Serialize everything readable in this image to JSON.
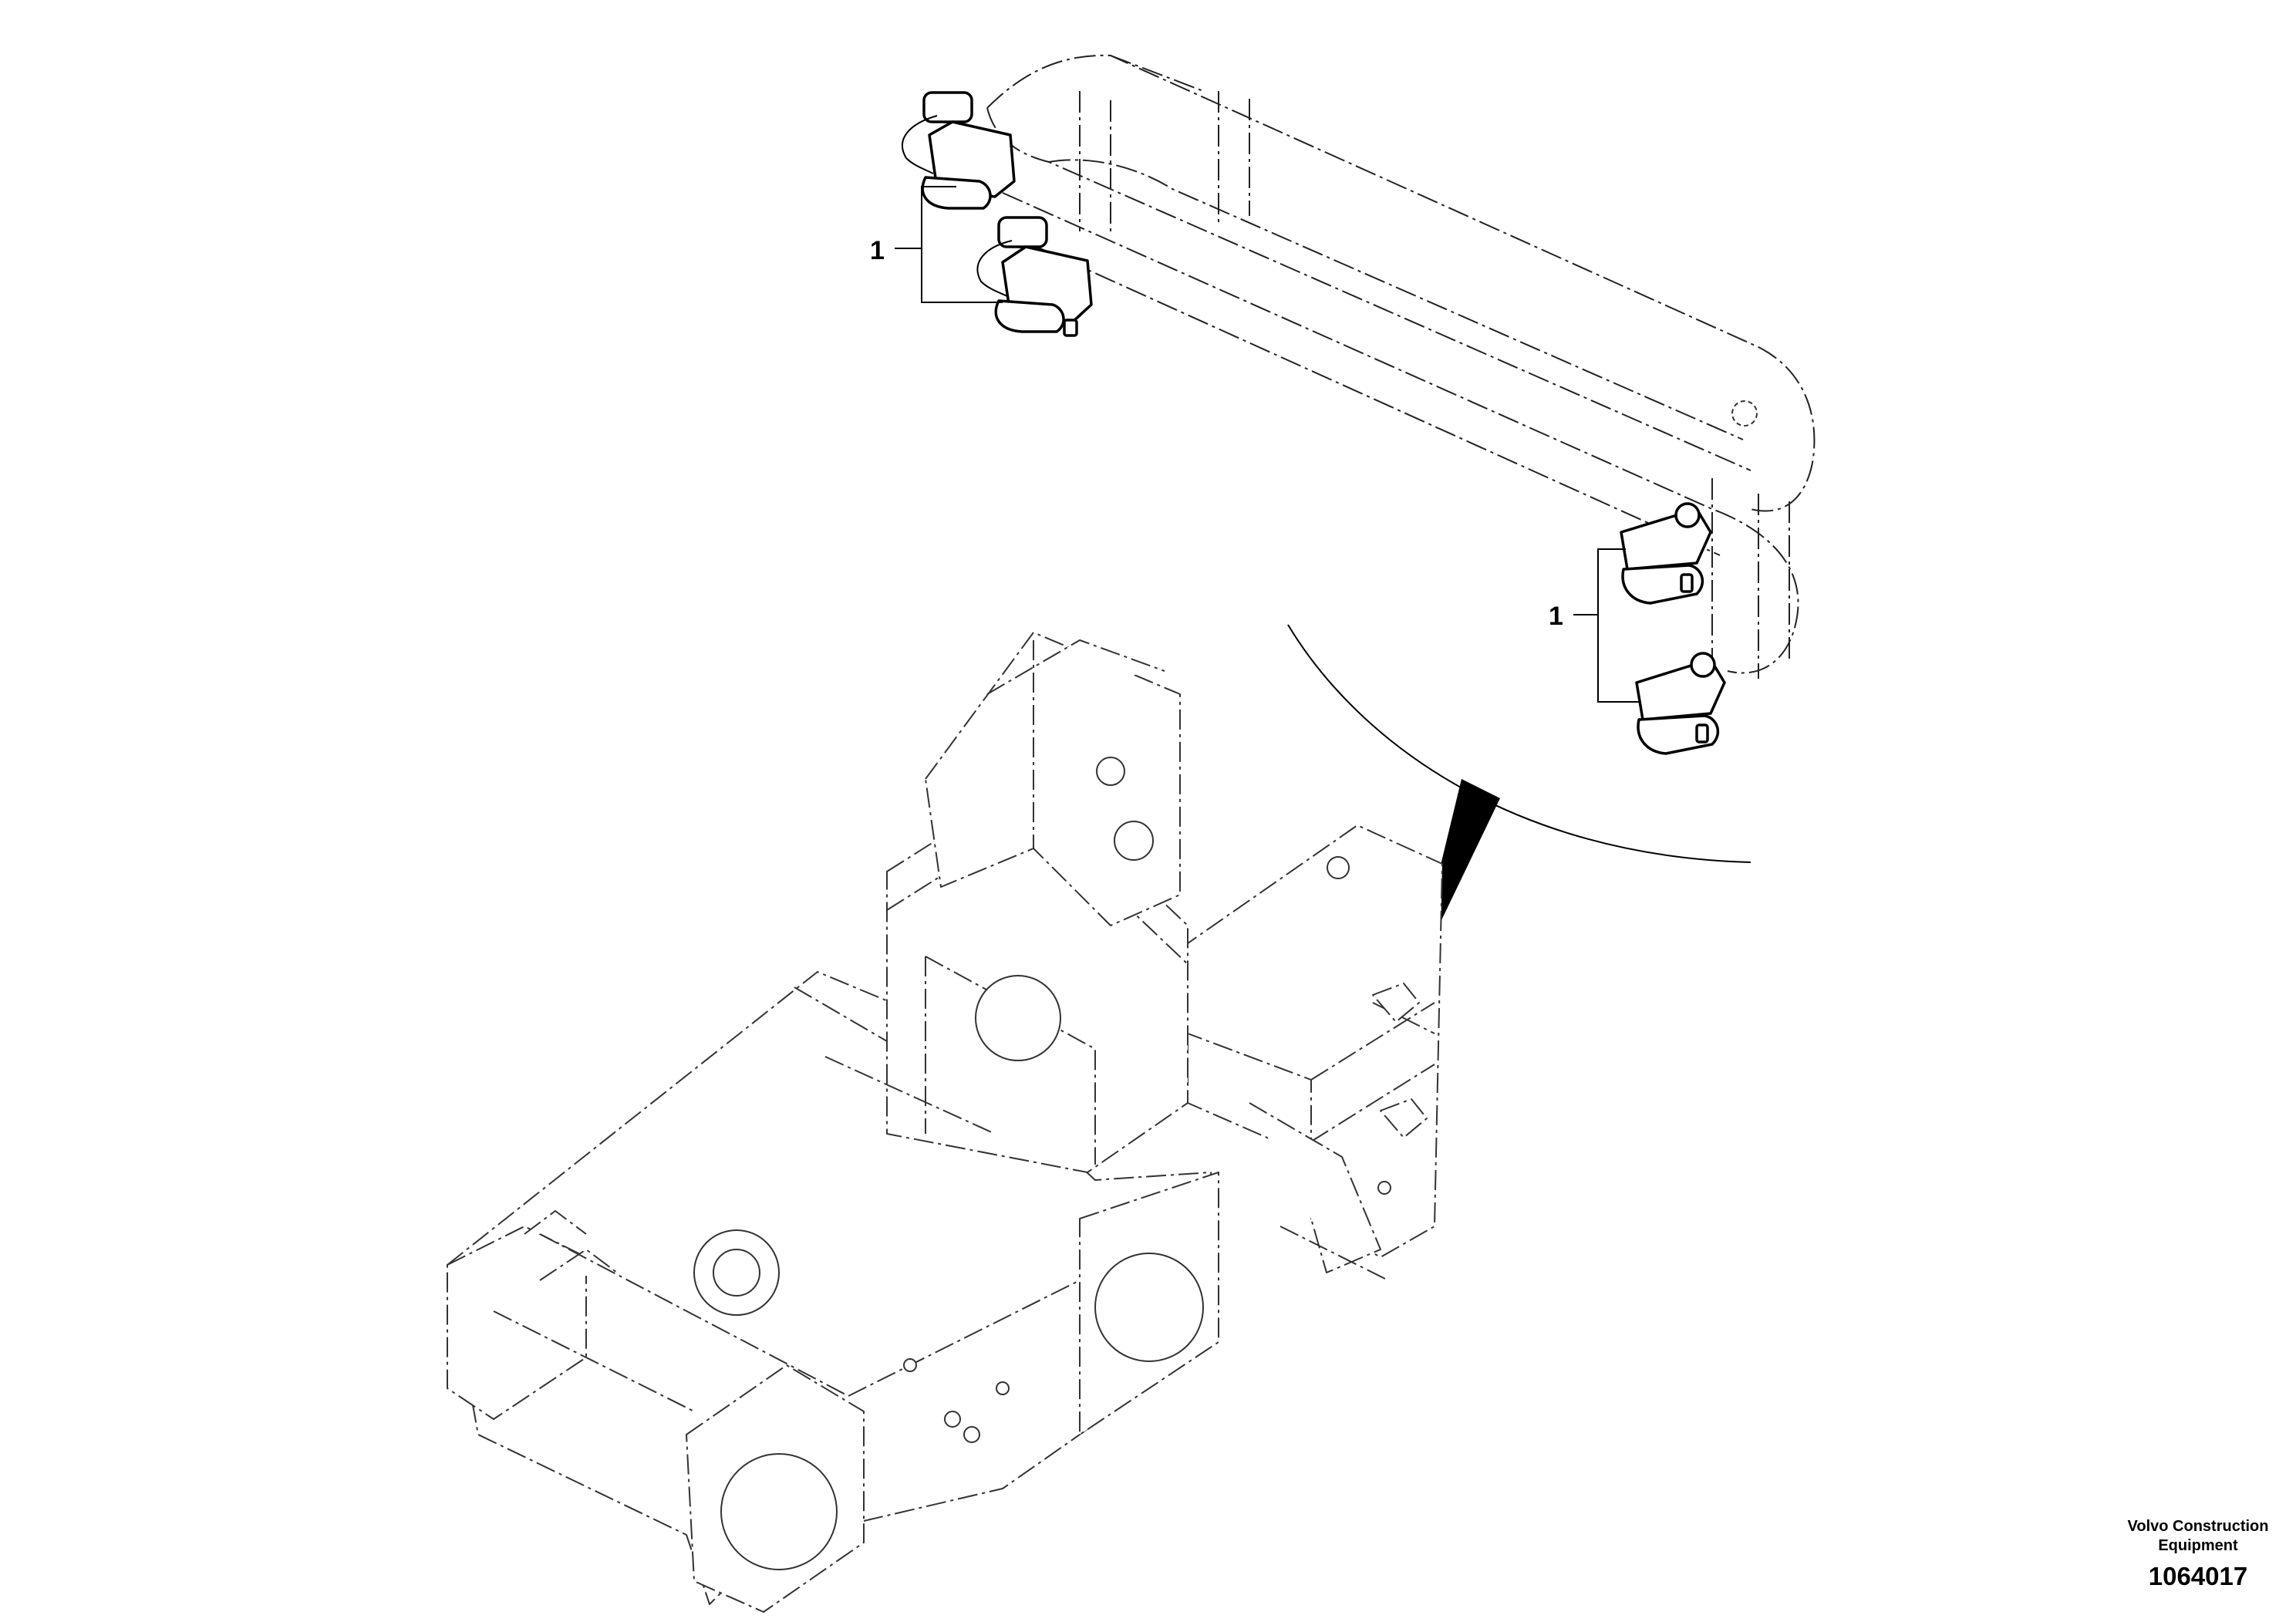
{
  "callouts": [
    {
      "label": "1"
    },
    {
      "label": "1"
    }
  ],
  "footer": {
    "brand_line1": "Volvo Construction",
    "brand_line2": "Equipment",
    "figure_number": "1064017"
  }
}
